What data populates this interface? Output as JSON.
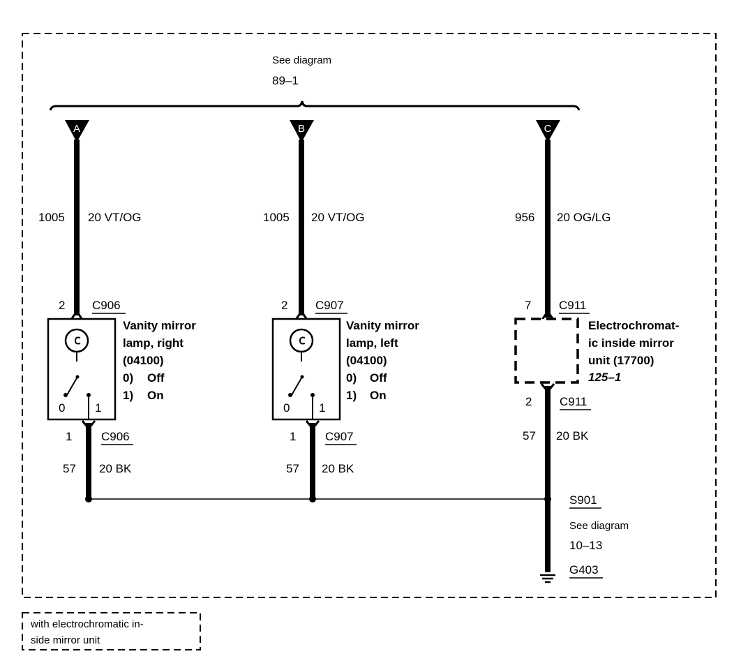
{
  "top_ref": {
    "see": "See diagram",
    "page": "89–1"
  },
  "connectors": [
    {
      "letter": "A"
    },
    {
      "letter": "B"
    },
    {
      "letter": "C"
    }
  ],
  "upper_wires": [
    {
      "circuit": "1005",
      "gauge_color": "20 VT/OG"
    },
    {
      "circuit": "1005",
      "gauge_color": "20 VT/OG"
    },
    {
      "circuit": "956",
      "gauge_color": "20 OG/LG"
    }
  ],
  "upper_pins": [
    {
      "pin": "2",
      "connector": "C906"
    },
    {
      "pin": "2",
      "connector": "C907"
    },
    {
      "pin": "7",
      "connector": "C911"
    }
  ],
  "lamp_right": {
    "title1": "Vanity mirror",
    "title2": "lamp, right",
    "part": "(04100)",
    "state0_num": "0)",
    "state0": "Off",
    "state1_num": "1)",
    "state1": "On",
    "sw0": "0",
    "sw1": "1"
  },
  "lamp_left": {
    "title1": "Vanity mirror",
    "title2": "lamp, left",
    "part": "(04100)",
    "state0_num": "0)",
    "state0": "Off",
    "state1_num": "1)",
    "state1": "On",
    "sw0": "0",
    "sw1": "1"
  },
  "mirror_unit": {
    "line1": "Electrochromat-",
    "line2": "ic inside mirror",
    "line3": "unit (17700)",
    "ref": "125–1"
  },
  "lower_pins": [
    {
      "pin": "1",
      "connector": "C906"
    },
    {
      "pin": "1",
      "connector": "C907"
    },
    {
      "pin": "2",
      "connector": "C911"
    }
  ],
  "lower_wires": [
    {
      "circuit": "57",
      "gauge_color": "20 BK"
    },
    {
      "circuit": "57",
      "gauge_color": "20 BK"
    },
    {
      "circuit": "57",
      "gauge_color": "20 BK"
    }
  ],
  "splice": {
    "id": "S901",
    "see": "See diagram",
    "page": "10–13"
  },
  "ground": {
    "id": "G403"
  },
  "note": {
    "line1": "with electrochromatic in-",
    "line2": "side mirror unit"
  }
}
